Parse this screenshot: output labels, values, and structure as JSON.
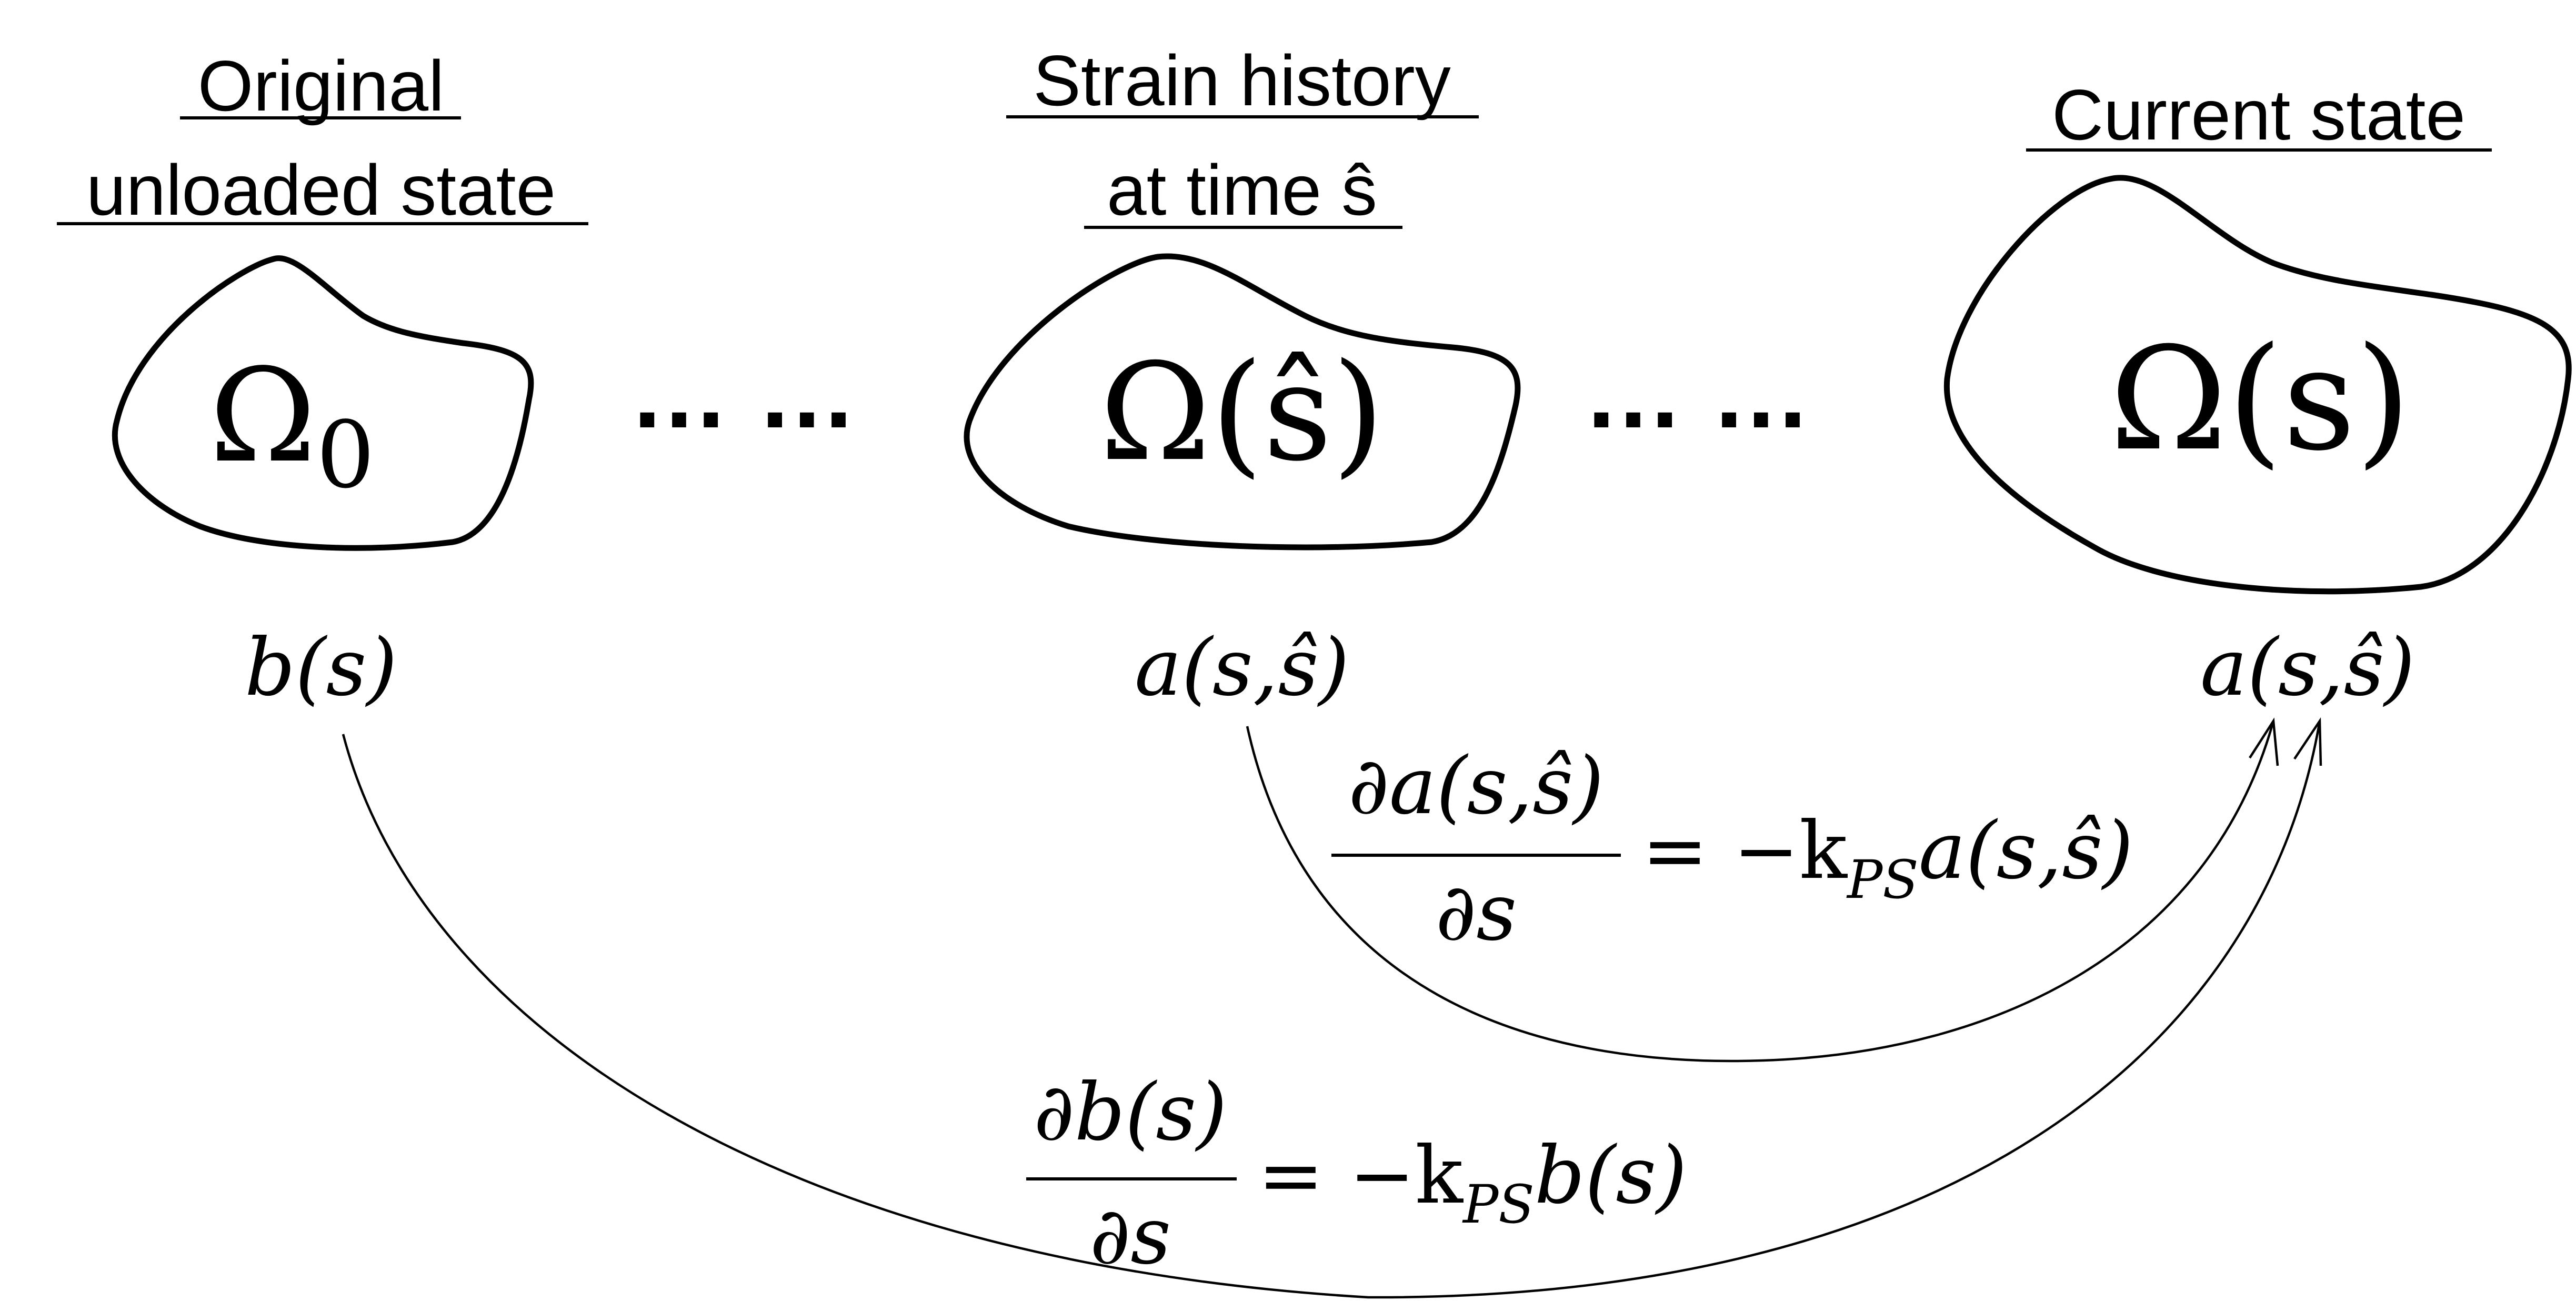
{
  "states": [
    {
      "heading_lines": [
        "Original",
        "unloaded state"
      ],
      "region": "Ω",
      "region_subscript": "0",
      "quantity": "b(s)"
    },
    {
      "heading_lines": [
        "Strain history",
        "at time ŝ"
      ],
      "region": "Ω(ŝ)",
      "quantity": "a(s,ŝ)"
    },
    {
      "heading_lines": [
        "Current state"
      ],
      "region": "Ω(s)",
      "quantity": "a(s,ŝ)"
    }
  ],
  "ellipsis": "… …",
  "equations": {
    "a": {
      "numerator": "∂a(s,ŝ)",
      "denominator": "∂s",
      "rhs_prefix": "= −k",
      "rhs_subscript": "PS",
      "rhs_suffix": "a(s,ŝ)"
    },
    "b": {
      "numerator": "∂b(s)",
      "denominator": "∂s",
      "rhs_prefix": "= −k",
      "rhs_subscript": "PS",
      "rhs_suffix": "b(s)"
    }
  }
}
